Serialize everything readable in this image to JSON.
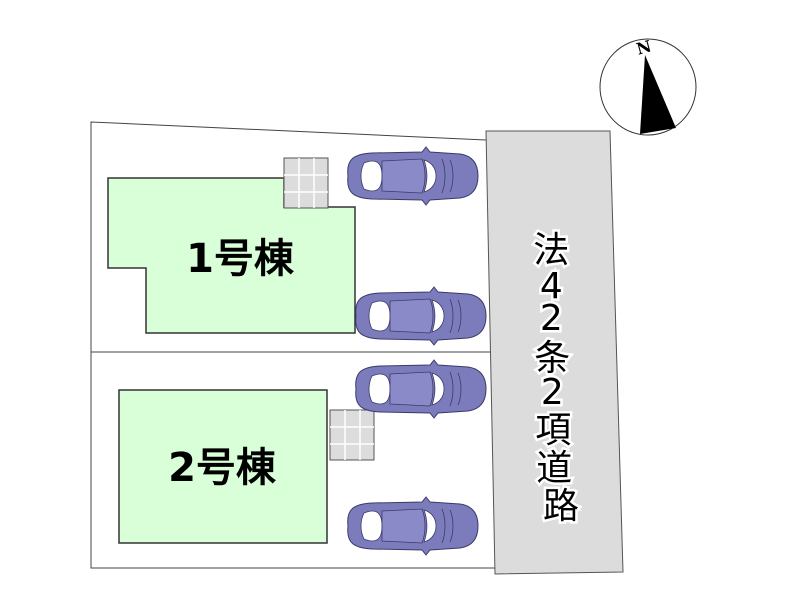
{
  "buildings": [
    {
      "label": "1号棟"
    },
    {
      "label": "2号棟"
    }
  ],
  "road": {
    "label_chars": [
      "法",
      "4",
      "2",
      "条",
      "2",
      "項",
      "道",
      "路"
    ]
  },
  "compass": {
    "label": "N"
  },
  "colors": {
    "building": "#d9ffd9",
    "road": "#dcdcdc",
    "car": "#7c7cbc",
    "parking": "#dcdcdc"
  }
}
